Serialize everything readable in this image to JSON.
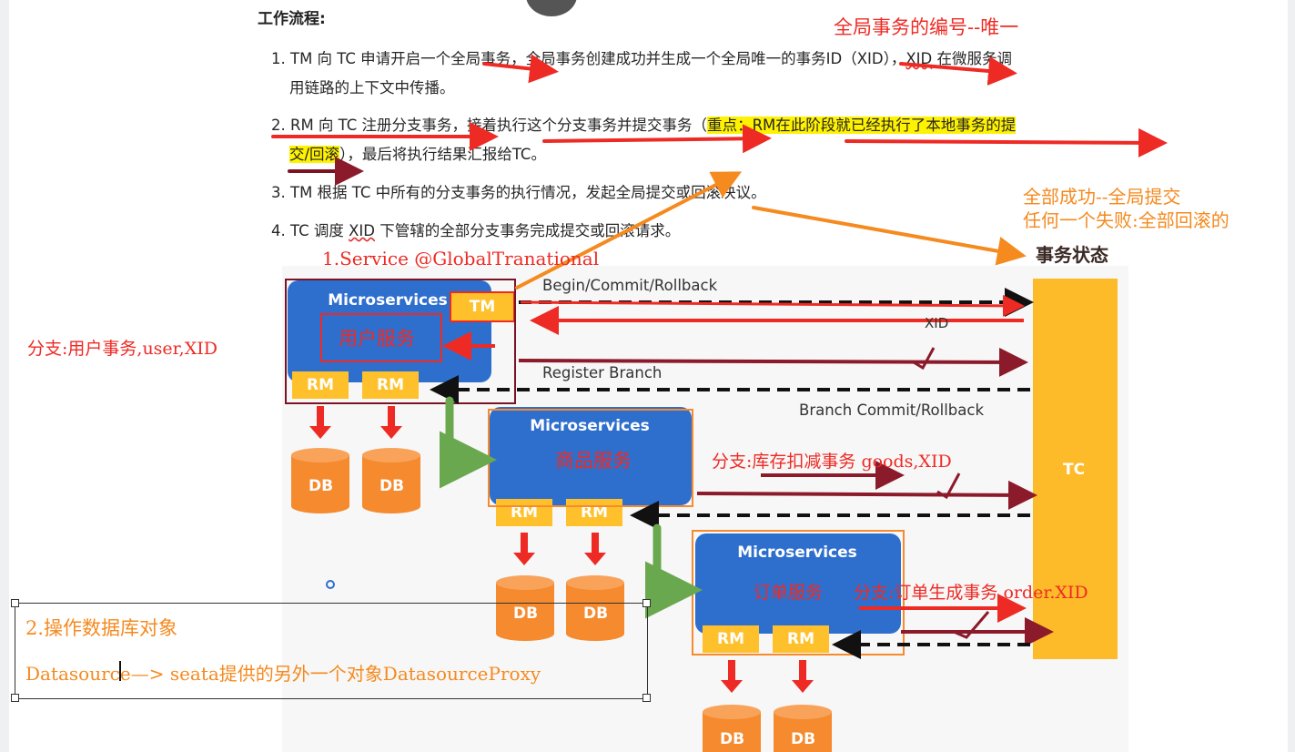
{
  "heading": "工作流程:",
  "steps": {
    "s1_line1": "1. TM 向 TC 申请开启一个全局事务，全局事务创建成功并生成一个全局唯一的事务ID（XID），",
    "s1_xid": "XID",
    "s1_tail": " 在微服务调",
    "s1_line2": "用链路的上下文中传播。",
    "s2_line1_plain": "2. RM 向 TC 注册分支事务，接着执行这个分支事务并提交事务（",
    "s2_line1_hl": "重点：RM在此阶段就已经执行了本地事务的提",
    "s2_line2_hl": "交/回滚",
    "s2_line2_plain": "），最后将执行结果汇报给TC。",
    "s3": "3. TM 根据 TC 中所有的分支事务的执行情况，发起全局提交或回滚决议。",
    "s4_pre": "4. TC 调度 ",
    "s4_xid": "XID",
    "s4_post": " 下管辖的全部分支事务完成提交或回滚请求。"
  },
  "annotations": {
    "global_id": "全局事务的编号--唯一",
    "all_success": "全部成功--全局提交",
    "any_fail": "任何一个失败:全部回滚的",
    "txn_state": "事务状态",
    "service_anno": "1.Service @GlobalTranational",
    "branch_user": "分支:用户事务,user,XID",
    "user_service": "用户服务",
    "goods_service": "商品服务",
    "branch_goods": "分支:库存扣减事务 goods,XID",
    "order_service": "订单服务",
    "branch_order": "分支:订单生成事务 order.XID",
    "db_op_title": "2.操作数据库对象",
    "db_op_desc": "Datasource—> seata提供的另外一个对象DatasourceProxy"
  },
  "diagram": {
    "microservices": "Microservices",
    "tm": "TM",
    "rm": "RM",
    "db": "DB",
    "tc": "TC",
    "begin_commit": "Begin/Commit/Rollback",
    "xid": "XID",
    "register_branch": "Register Branch",
    "branch_commit": "Branch Commit/Rollback"
  },
  "colors": {
    "service_blue": "#2e6fce",
    "rm_yellow": "#ffc12b",
    "db_orange": "#f58a2e",
    "tc_yellow": "#fdbb2a",
    "annotation_red": "#ee2a24",
    "annotation_orange": "#f58a1f",
    "arrow_darkred": "#8b1a2a"
  }
}
